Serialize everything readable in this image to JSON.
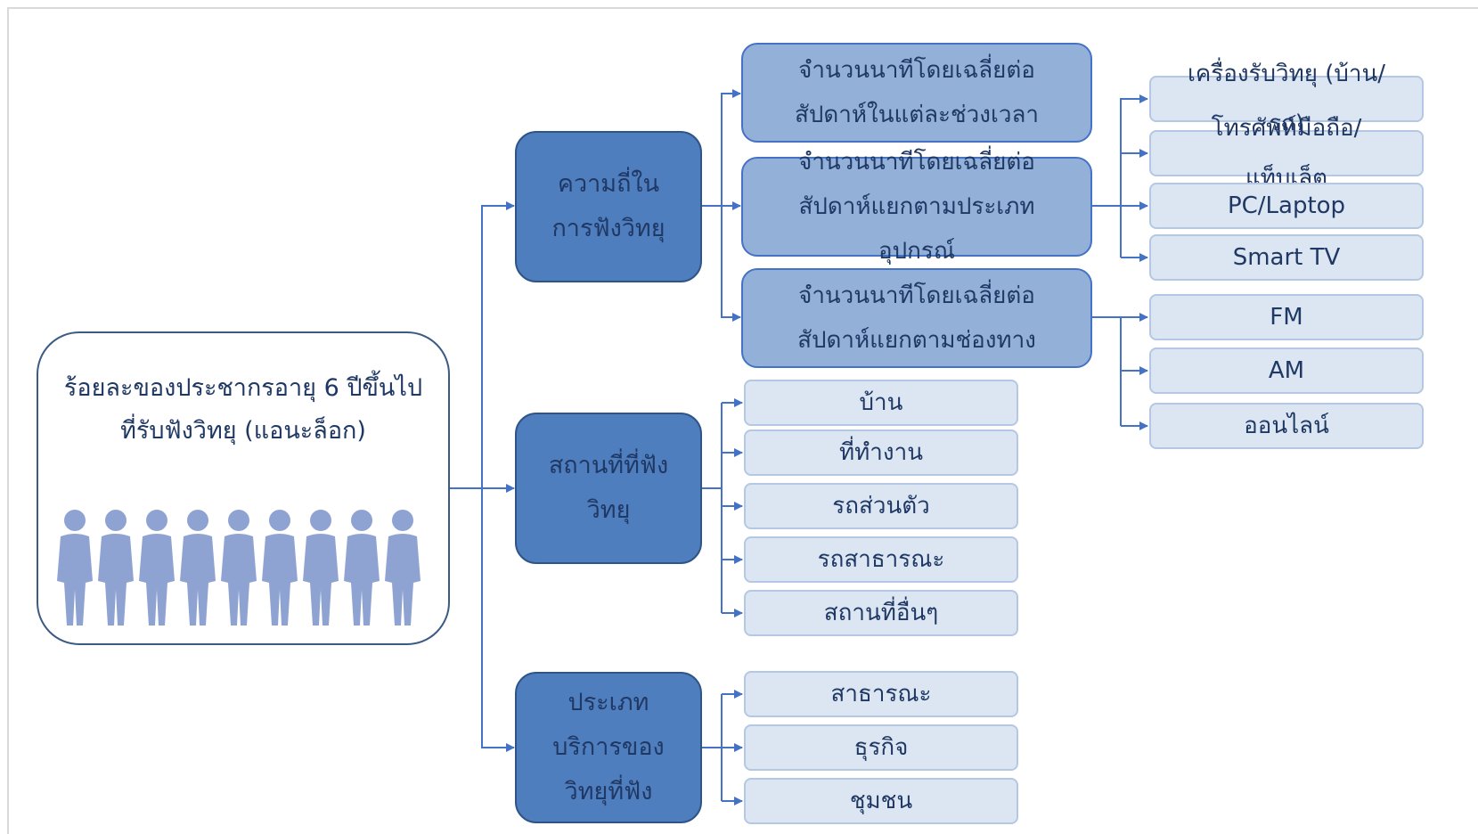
{
  "root": {
    "label": "ร้อยละของประชากรอายุ 6 ปีขึ้นไป ที่รับฟังวิทยุ (แอนะล็อก)"
  },
  "people_icon": "people-group-icon",
  "categories": [
    {
      "label": "ความถี่ในการฟังวิทยุ",
      "children": [
        {
          "label": "จำนวนนาทีโดยเฉลี่ยต่อสัปดาห์ในแต่ละช่วงเวลา"
        },
        {
          "label": "จำนวนนาทีโดยเฉลี่ยต่อสัปดาห์แยกตามประเภทอุปกรณ์",
          "children": [
            "เครื่องรับวิทยุ (บ้าน/รถ)",
            "โทรศัพท์มือถือ/แท็บเล็ต",
            "PC/Laptop",
            "Smart TV"
          ]
        },
        {
          "label": "จำนวนนาทีโดยเฉลี่ยต่อสัปดาห์แยกตามช่องทาง",
          "children": [
            "FM",
            "AM",
            "ออนไลน์"
          ]
        }
      ]
    },
    {
      "label": "สถานที่ที่ฟังวิทยุ",
      "children": [
        "บ้าน",
        "ที่ทำงาน",
        "รถส่วนตัว",
        "รถสาธารณะ",
        "สถานที่อื่นๆ"
      ]
    },
    {
      "label": "ประเภทบริการของวิทยุที่ฟัง",
      "children": [
        "สาธารณะ",
        "ธุรกิจ",
        "ชุมชน"
      ]
    }
  ],
  "colors": {
    "connector": "#4472c4",
    "category_fill": "#4f7ebf",
    "mid_fill": "#93b1d8",
    "leaf_fill": "#dce6f3",
    "text": "#1f3864",
    "people": "#8fa3d2"
  }
}
